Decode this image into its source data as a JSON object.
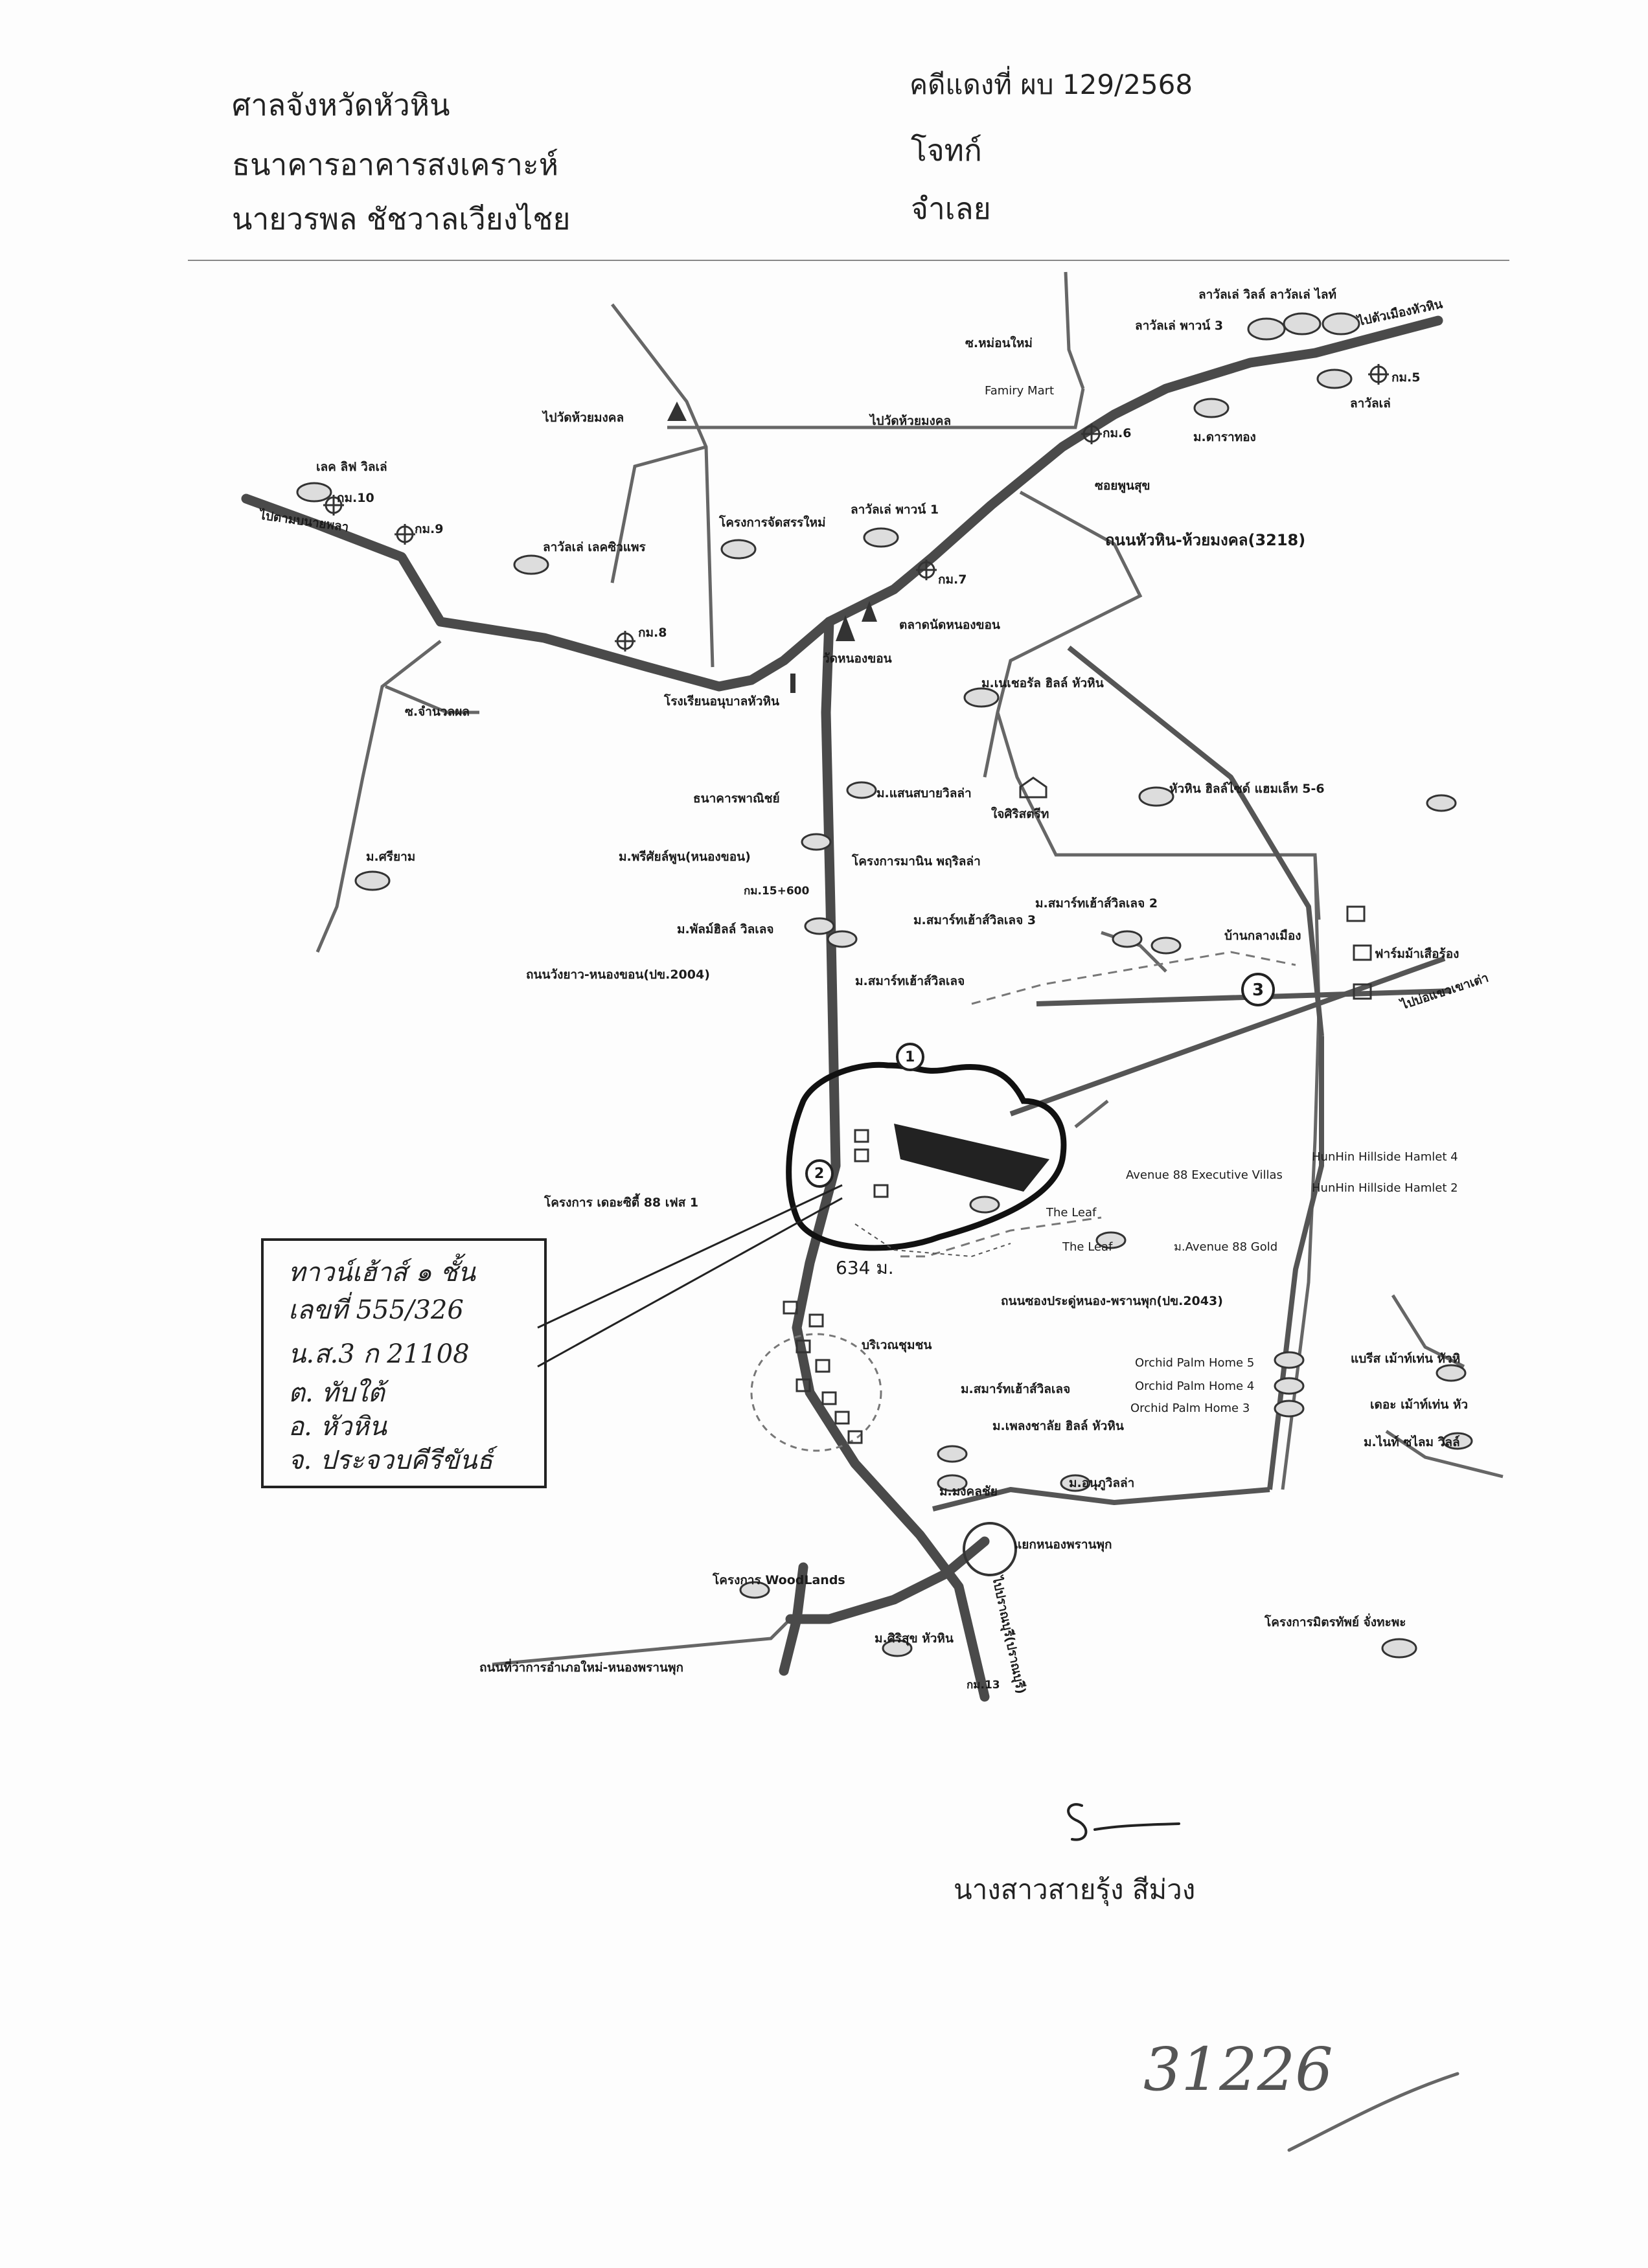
{
  "header": {
    "court": "ศาลจังหวัดหัวหิน",
    "plaintiff_name": "ธนาคารอาคารสงเคราะห์",
    "defendant_name": "นายวรพล  ชัชวาลเวียงไชย",
    "case_no": "คดีแดงที่  ผบ 129/2568",
    "plaintiff_label": "โจทก์",
    "defendant_label": "จำเลย"
  },
  "map_labels": {
    "moo_ban_mai": "ซ.หม่อนใหม่",
    "lawin_wit": "ลาวัลเล่ วิลล์  ลาวัลเล่ ไลท์",
    "lawin_phase3": "ลาวัลเล่ พาวน์ 3",
    "to_hua_hin": "ไปตัวเมืองหัวหิน",
    "family_mart": "Famiry Mart",
    "km5": "กม.5",
    "lawin": "ลาวัลเล่",
    "km6": "กม.6",
    "wat_huai_mongkol_1": "ไปวัดห้วยมงคล",
    "wat_huai_mongkol_2": "ไปวัดห้วยมงคล",
    "moo_dara": "ม.ดาราทอง",
    "soi_phunsuk": "ซอยพูนสุข",
    "road_3218": "ถนนหัวหิน-ห้วยมงคล(3218)",
    "lecha_life": "เลค ลิฟ วิลเล่",
    "km10": "กม.10",
    "to_pa_la_u": "ไปตามบนายพลา",
    "km9": "กม.9",
    "lawin_lakeside": "ลาวัลเล่ เลคซิวแพร",
    "project_new": "โครงการจัดสรรใหม่",
    "lawin_phase1": "ลาวัลเล่ พาวน์ 1",
    "km7": "กม.7",
    "km8": "กม.8",
    "market": "ตลาดนัดหนองขอน",
    "wat_nong_khon": "วัดหนองขอน",
    "school": "โรงเรียนอนุบาลหัวหิน",
    "moo_nature": "ม.เนเชอรัล ฮิลล์ หัวหิน",
    "soi_chamnan": "ซ.จำนวลผล",
    "bank": "ธนาคารพาณิชย์",
    "moo_saen": "ม.แสนสบายวิลล่า",
    "jai_siri": "ใจศิริสตรีท",
    "hh_hills": "หัวหิน ฮิลล์ไซด์ แฮมเล็ท 5-6",
    "moo_sriyam": "ม.ศรียาม",
    "moo_parichat": "ม.พรีศัยล์พูน(หนองขอน)",
    "project_manin": "โครงการมานิน พฤริลล่า",
    "km15": "กม.15+600",
    "moo_smart2": "ม.สมาร์ทเฮ้าส์วิลเลจ 2",
    "moo_smart3": "ม.สมาร์ทเฮ้าส์วิลเลจ 3",
    "moo_palm": "ม.พัลม์ฮิลล์ วิลเลจ",
    "ban_klang": "บ้านกลางเมือง",
    "farm": "ฟาร์มม้าเสือร้อง",
    "road_2004": "ถนนวังยาว-หนองขอน(ปข.2004)",
    "moo_smart": "ม.สมาร์ทเฮ้าส์วิลเลจ",
    "to_khao_tao": "ไปบ่อแขวเขาเต่า",
    "project_the_city": "โครงการ เดอะซิตี้ 88 เฟส 1",
    "hillside4": "HunHin Hillside Hamlet 4",
    "avenue88_exec": "Avenue 88 Executive Villas",
    "hillside2": "HunHin Hillside Hamlet 2",
    "the_leaf1": "The Leaf",
    "the_leaf2": "The Leaf",
    "avenue88_gold": "ม.Avenue 88 Gold",
    "distance": "634 ม.",
    "road_2043": "ถนนซองประดู่หนอง-พรานพุก(ปข.2043)",
    "community": "บริเวณชุมชน",
    "orchid5": "Orchid Palm Home 5",
    "orchid4": "Orchid Palm Home 4",
    "orchid3": "Orchid Palm Home 3",
    "moo_smart_b": "ม.สมาร์ทเฮ้าส์วิลเลจ",
    "benz_1": "แบรีส เม้าท์เท่น หัวหิ",
    "benz_2": "เดอะ เม้าท์เท่น หัว",
    "moo_pleng": "ม.เพลงชาลัย ฮิลล์ หัวหิน",
    "moo_nine": "ม.ไนท์ ซไลม วิลล์",
    "moo_mongkol": "ม.มงคลชัย",
    "moo_anuwat": "ม.อนุภูวิลล่า",
    "intersection": "แยกหนองพรานพุก",
    "woodlands": "โครงการ WoodLands",
    "to_pranburi": "ไปปราณบุรี(ปราณบุรี)",
    "moo_sirisuk": "ม.ศิริสุข หัวหิน",
    "km13": "กม.13",
    "road_office": "ถนนที่ว่าการอำเภอใหม่-หนองพรานพุก",
    "mitr_project": "โครงการมิตรทัพย์ จั่งทะพะ",
    "marker1": "1",
    "marker2": "2",
    "marker3": "3"
  },
  "handwritten_box": {
    "line1": "ทาวน์เฮ้าส์ ๑ ชั้น",
    "line2": "เลขที่  555/326",
    "line3": "น.ส.3 ก  21108",
    "line4": "ต. ทับใต้",
    "line5": "อ. หัวหิน",
    "line6": "จ. ประจวบคีรีขันธ์"
  },
  "signature": {
    "name": "นางสาวสายรุ้ง  สีม่วง"
  },
  "footer": {
    "handwritten_number": "31226"
  }
}
